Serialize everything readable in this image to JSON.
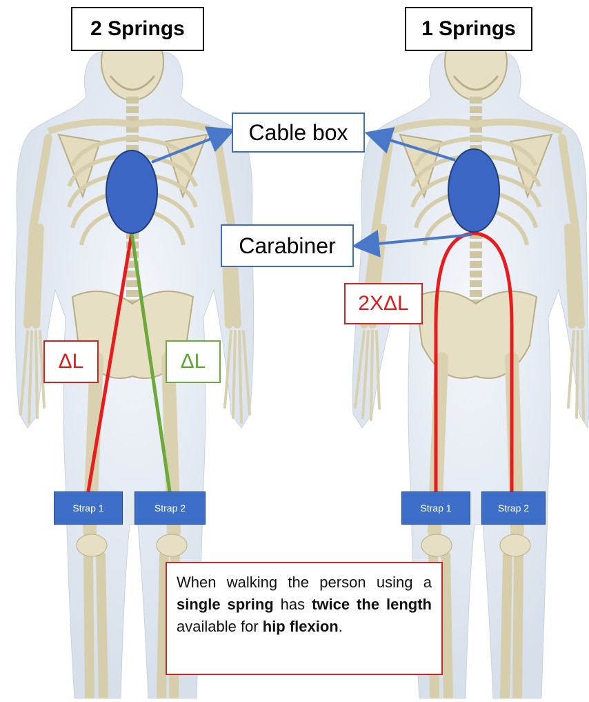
{
  "titles": {
    "left": "2 Springs",
    "right": "1 Springs"
  },
  "labels": {
    "cable_box": "Cable box",
    "carabiner": "Carabiner",
    "delta_left_red": "ΔL",
    "delta_left_green": "ΔL",
    "delta_right": "2XΔL"
  },
  "straps": {
    "left": [
      "Strap 1",
      "Strap 2"
    ],
    "right": [
      "Strap 1",
      "Strap 2"
    ]
  },
  "note": {
    "part1": "When walking the person using a ",
    "bold1": "single spring",
    "part2": " has ",
    "bold2": "twice the length",
    "part3": " available for ",
    "bold3": "hip flexion",
    "part4": "."
  },
  "colors": {
    "cable_box_fill": "#3b66c4",
    "red_spring": "#e81c1c",
    "green_spring": "#6aa93a",
    "arrow": "#4a78c8",
    "strap_fill": "#3e6fc8",
    "skin": "#e4ebf3",
    "bone": "#e2dcc2"
  }
}
